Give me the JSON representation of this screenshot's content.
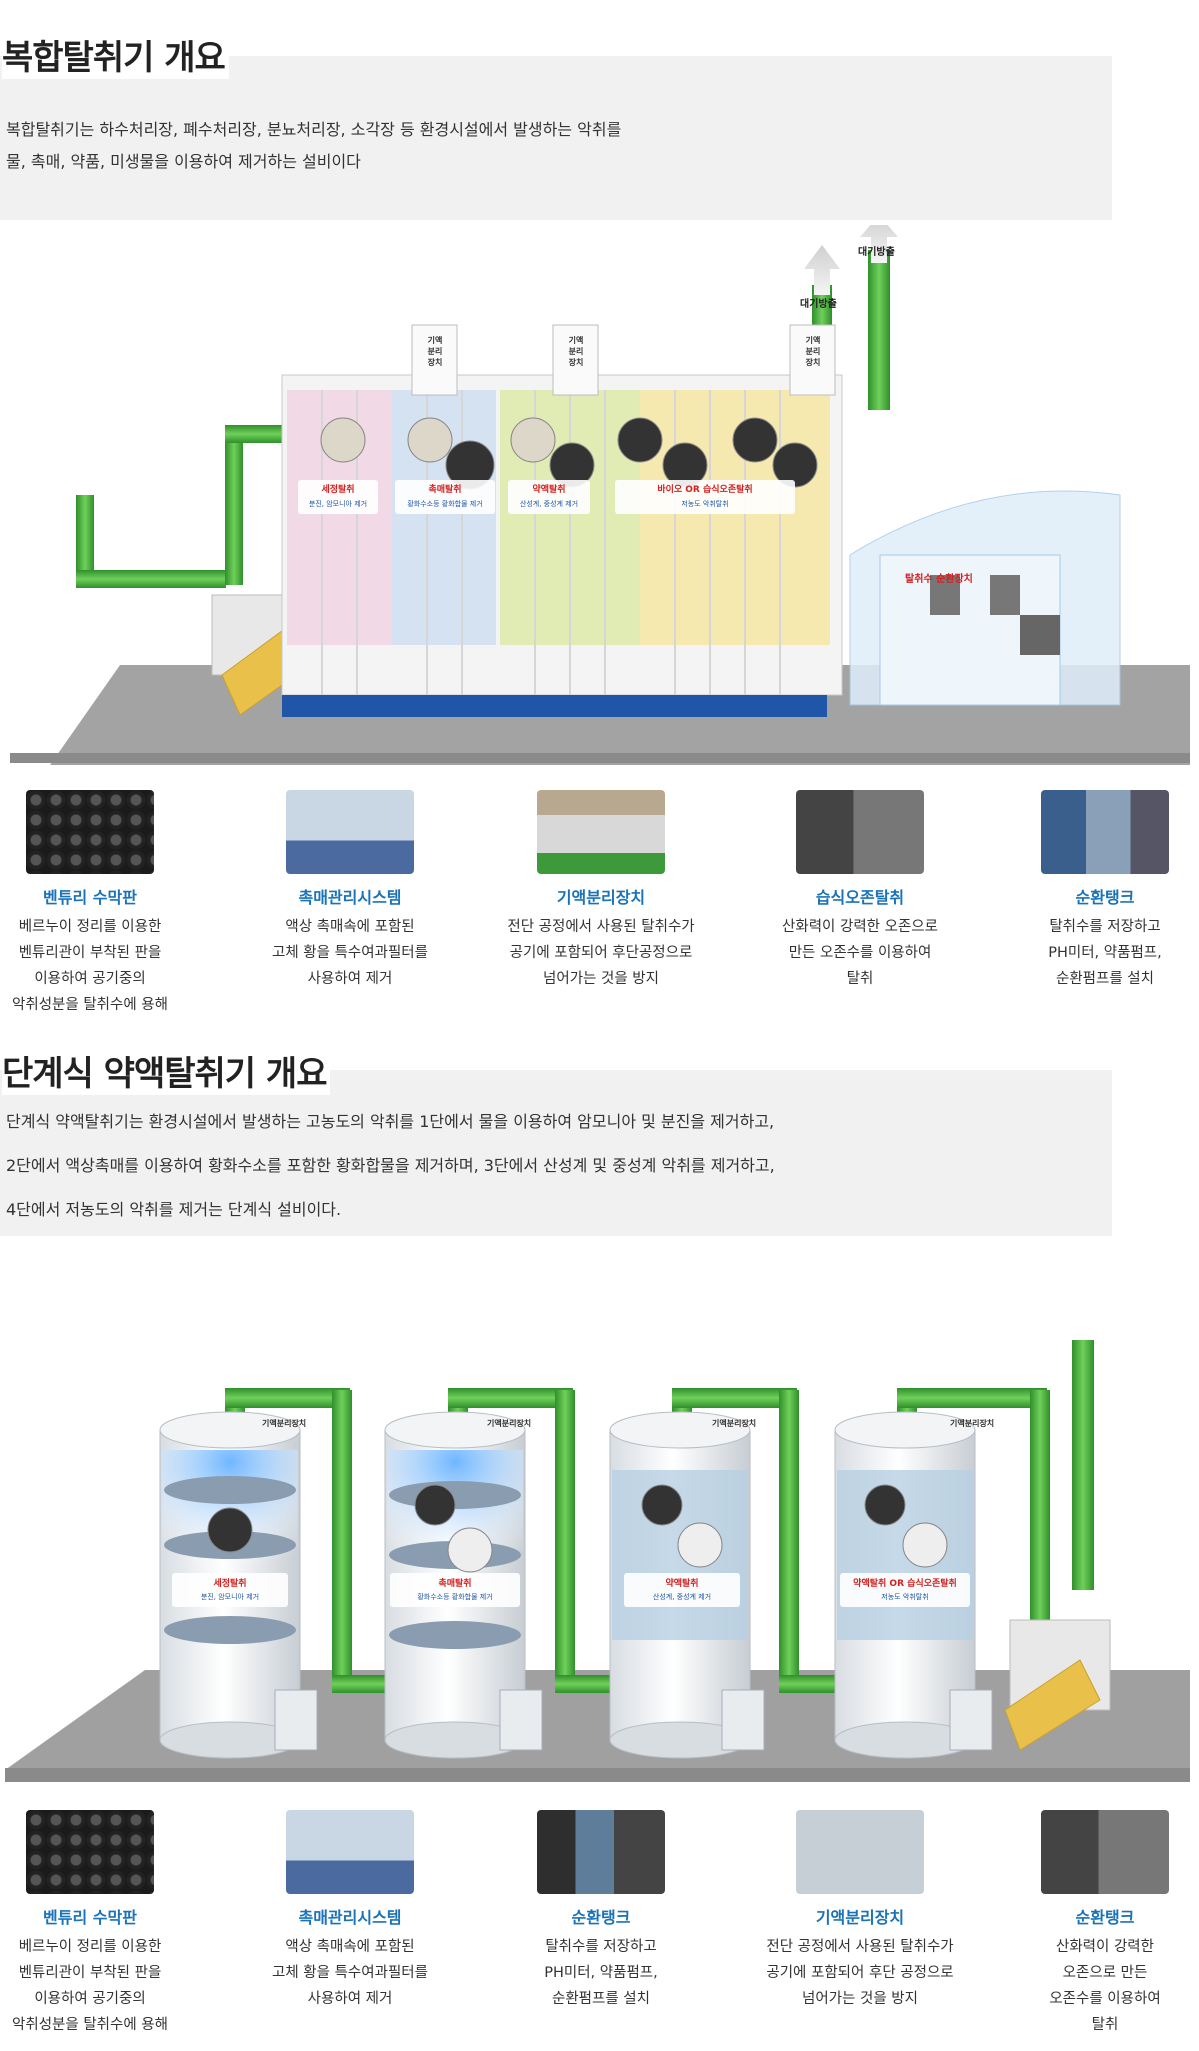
{
  "section1": {
    "heading": "복합탈취기 개요",
    "desc_lines": [
      "복합탈취기는 하수처리장, 폐수처리장, 분뇨처리장, 소각장 등 환경시설에서 발생하는 악취를",
      "물, 촉매, 약품, 미생물을 이용하여 제거하는 설비이다"
    ],
    "diagram": {
      "exhaust_labels": [
        "대기방출",
        "대기방출"
      ],
      "separator_labels": [
        "기액\n분리\n장치",
        "기액\n분리\n장치",
        "기액\n분리\n장치"
      ],
      "stage_titles": [
        "세정탈취",
        "촉매탈취",
        "약액탈취",
        "바이오 OR 습식오존탈취"
      ],
      "stage_subs": [
        "분진, 암모니아 제거",
        "황화수소등 황화합물 제거",
        "산성계, 중성계 제거",
        "저농도 악취탈취"
      ],
      "tank_label": "탈취수 순환장치"
    },
    "items": [
      {
        "title": "벤튜리 수막판",
        "desc": "베르누이 정리를 이용한\n벤튜리관이 부착된 판을\n이용하여 공기중의\n악취성분을 탈취수에 용해",
        "icon": "venturi-plate-photo"
      },
      {
        "title": "촉매관리시스템",
        "desc": "액상 촉매속에 포함된\n고체 황을 특수여과필터를\n사용하여 제거",
        "icon": "catalyst-system-photo"
      },
      {
        "title": "기액분리장치",
        "desc": "전단 공정에서 사용된 탈취수가\n공기에 포함되어 후단공정으로\n넘어가는 것을 방지",
        "icon": "separator-photo"
      },
      {
        "title": "습식오존탈취",
        "desc": "산화력이 강력한 오존으로\n만든 오존수를 이용하여\n탈취",
        "icon": "ozone-photo"
      },
      {
        "title": "순환탱크",
        "desc": "탈취수를 저장하고\nPH미터, 약품펌프,\n순환펌프를 설치",
        "icon": "tank-photo"
      }
    ]
  },
  "section2": {
    "heading": "단계식 약액탈취기 개요",
    "desc_lines": [
      "단계식 약액탈취기는 환경시설에서 발생하는 고농도의 악취를 1단에서 물을 이용하여 암모니아 및 분진을 제거하고,",
      "2단에서 액상촉매를 이용하여 황화수소를 포함한 황화합물을 제거하며, 3단에서 산성계 및 중성계 악취를 제거하고,",
      "4단에서 저농도의 악취를 제거는 단계식 설비이다."
    ],
    "diagram": {
      "separator_labels": [
        "기액분리장치",
        "기액분리장치",
        "기액분리장치",
        "기액분리장치"
      ],
      "stage_titles": [
        "세정탈취",
        "촉매탈취",
        "약액탈취",
        "약액탈취 OR 습식오존탈취"
      ],
      "stage_subs": [
        "분진, 암모니아 제거",
        "황화수소등 황화합물 제거",
        "산성계, 중성계 제거",
        "저농도 악취탈취"
      ]
    },
    "items": [
      {
        "title": "벤튜리 수막판",
        "desc": "베르누이 정리를 이용한\n벤튜리관이 부착된 판을\n이용하여 공기중의\n악취성분을 탈취수에 용해",
        "icon": "venturi-plate-photo"
      },
      {
        "title": "촉매관리시스템",
        "desc": "액상 촉매속에 포함된\n고체 황을 특수여과필터를\n사용하여 제거",
        "icon": "catalyst-system-photo"
      },
      {
        "title": "순환탱크",
        "desc": "탈취수를 저장하고\nPH미터, 약품펌프,\n순환펌프를 설치",
        "icon": "tank-photo"
      },
      {
        "title": "기액분리장치",
        "desc": "전단 공정에서 사용된 탈취수가\n공기에 포함되어 후단 공정으로\n넘어가는 것을 방지",
        "icon": "separator-photo"
      },
      {
        "title": "순환탱크",
        "desc": "산화력이 강력한\n오존으로 만든\n오존수를 이용하여\n탈취",
        "icon": "ozone-photo"
      }
    ]
  },
  "colors": {
    "pipe": "#3da83a",
    "accent_title": "#1a73b8",
    "stage_red": "#d32020",
    "floor": "#9a9a9a"
  }
}
